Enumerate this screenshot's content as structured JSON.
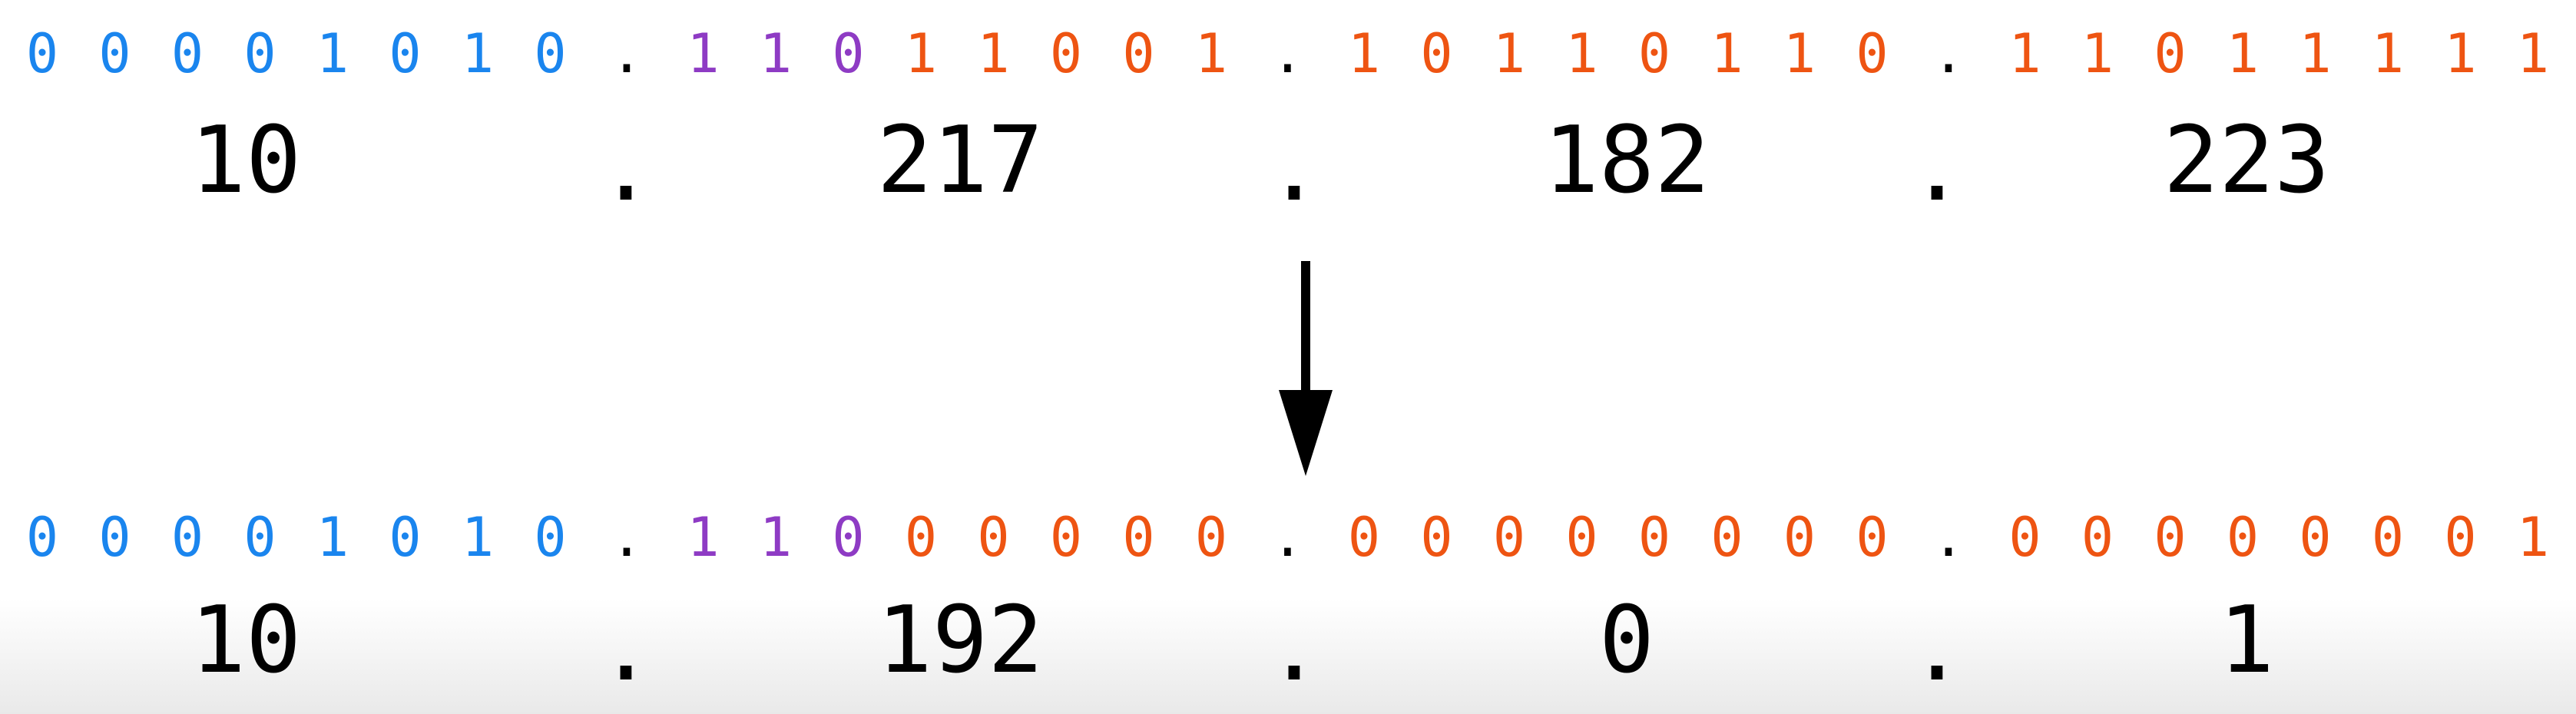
{
  "colors": {
    "octet1": "#1a85ee",
    "octet2_network": "#8e3bc4",
    "host": "#ee5412",
    "text": "#000000"
  },
  "before": {
    "octets": [
      {
        "bits": [
          "0",
          "0",
          "0",
          "0",
          "1",
          "0",
          "1",
          "0"
        ],
        "colors": [
          "octet1",
          "octet1",
          "octet1",
          "octet1",
          "octet1",
          "octet1",
          "octet1",
          "octet1"
        ],
        "decimal": "10"
      },
      {
        "bits": [
          "1",
          "1",
          "0",
          "1",
          "1",
          "0",
          "0",
          "1"
        ],
        "colors": [
          "octet2_network",
          "octet2_network",
          "octet2_network",
          "host",
          "host",
          "host",
          "host",
          "host"
        ],
        "decimal": "217"
      },
      {
        "bits": [
          "1",
          "0",
          "1",
          "1",
          "0",
          "1",
          "1",
          "0"
        ],
        "colors": [
          "host",
          "host",
          "host",
          "host",
          "host",
          "host",
          "host",
          "host"
        ],
        "decimal": "182"
      },
      {
        "bits": [
          "1",
          "1",
          "0",
          "1",
          "1",
          "1",
          "1",
          "1"
        ],
        "colors": [
          "host",
          "host",
          "host",
          "host",
          "host",
          "host",
          "host",
          "host"
        ],
        "decimal": "223"
      }
    ]
  },
  "after": {
    "octets": [
      {
        "bits": [
          "0",
          "0",
          "0",
          "0",
          "1",
          "0",
          "1",
          "0"
        ],
        "colors": [
          "octet1",
          "octet1",
          "octet1",
          "octet1",
          "octet1",
          "octet1",
          "octet1",
          "octet1"
        ],
        "decimal": "10"
      },
      {
        "bits": [
          "1",
          "1",
          "0",
          "0",
          "0",
          "0",
          "0",
          "0"
        ],
        "colors": [
          "octet2_network",
          "octet2_network",
          "octet2_network",
          "host",
          "host",
          "host",
          "host",
          "host"
        ],
        "decimal": "192"
      },
      {
        "bits": [
          "0",
          "0",
          "0",
          "0",
          "0",
          "0",
          "0",
          "0"
        ],
        "colors": [
          "host",
          "host",
          "host",
          "host",
          "host",
          "host",
          "host",
          "host"
        ],
        "decimal": "0"
      },
      {
        "bits": [
          "0",
          "0",
          "0",
          "0",
          "0",
          "0",
          "0",
          "1"
        ],
        "colors": [
          "host",
          "host",
          "host",
          "host",
          "host",
          "host",
          "host",
          "host"
        ],
        "decimal": "1"
      }
    ]
  },
  "separator": "."
}
